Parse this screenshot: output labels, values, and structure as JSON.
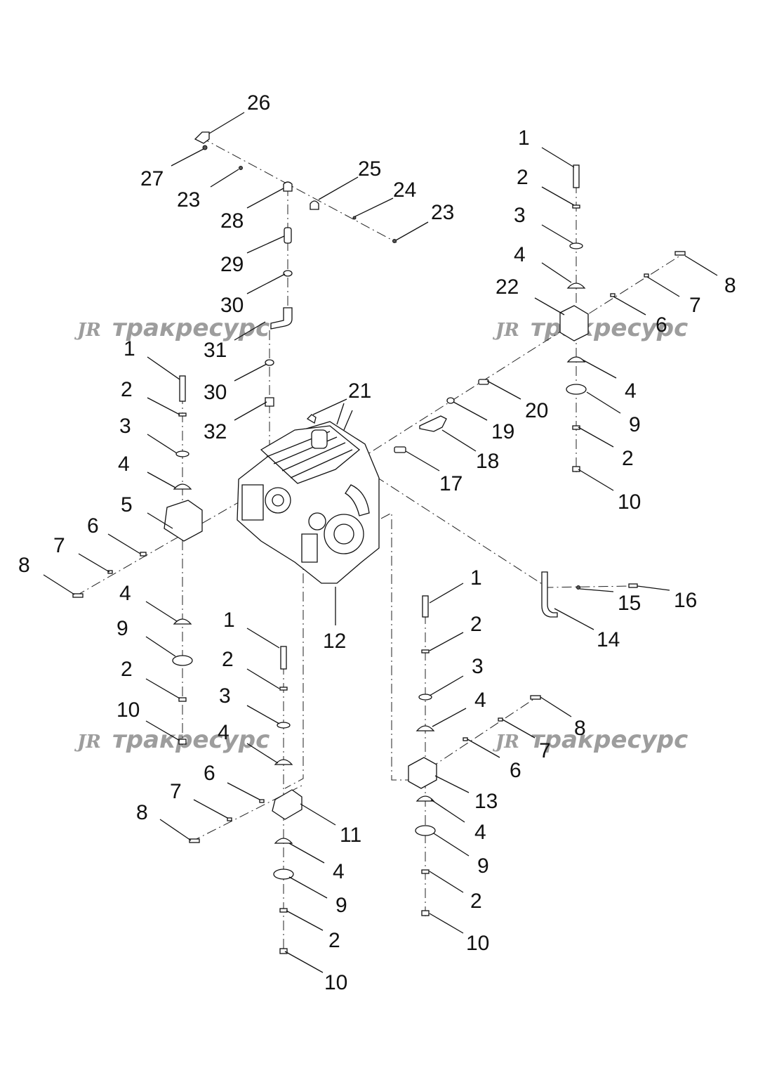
{
  "watermark": {
    "logo": "JR",
    "text": "тракресурс"
  },
  "callouts": {
    "c1": "1",
    "c2": "2",
    "c3": "3",
    "c4": "4",
    "c5": "5",
    "c6": "6",
    "c7": "7",
    "c8": "8",
    "c9": "9",
    "c10": "10",
    "c11": "11",
    "c12": "12",
    "c13": "13",
    "c14": "14",
    "c15": "15",
    "c16": "16",
    "c17": "17",
    "c18": "18",
    "c19": "19",
    "c20": "20",
    "c21": "21",
    "c22": "22",
    "c23": "23",
    "c24": "24",
    "c25": "25",
    "c26": "26",
    "c27": "27",
    "c28": "28",
    "c29": "29",
    "c30": "30",
    "c31": "31",
    "c32": "32"
  }
}
